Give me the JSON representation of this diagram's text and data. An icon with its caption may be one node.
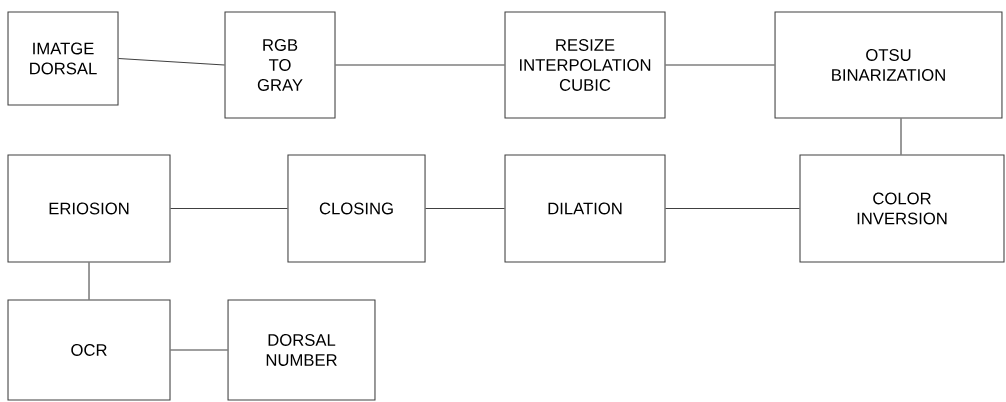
{
  "diagram": {
    "nodes": [
      {
        "text": [
          "IMATGE DORSAL"
        ]
      },
      {
        "text": [
          "RGB TO GRAY"
        ]
      },
      {
        "text": [
          "RESIZE INTERPOLATION CUBIC"
        ]
      },
      {
        "text": [
          "OTSU BINARIZATION"
        ]
      },
      {
        "text": [
          "COLOR INVERSION"
        ]
      },
      {
        "text": [
          "DILATION"
        ]
      },
      {
        "text": [
          "CLOSING"
        ]
      },
      {
        "text": [
          "ERIOSION"
        ]
      },
      {
        "text": [
          "OCR"
        ]
      },
      {
        "text": [
          "DORSAL NUMBER"
        ]
      }
    ],
    "edges": [
      {
        "from": 0,
        "to": 1,
        "arrow": "none"
      },
      {
        "from": 1,
        "to": 2,
        "arrow": "none"
      },
      {
        "from": 2,
        "to": 3,
        "arrow": "none"
      },
      {
        "from": 3,
        "to": 4,
        "arrow": "none"
      },
      {
        "from": 4,
        "to": 5,
        "arrow": "none"
      },
      {
        "from": 5,
        "to": 6,
        "arrow": "none"
      },
      {
        "from": 6,
        "to": 7,
        "arrow": "none"
      },
      {
        "from": 7,
        "to": 8,
        "arrow": "none"
      },
      {
        "from": 8,
        "to": 9,
        "arrow": "none"
      }
    ]
  }
}
